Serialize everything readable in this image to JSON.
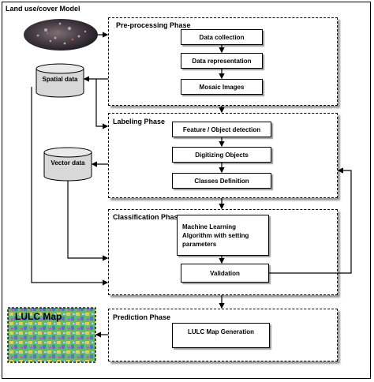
{
  "title": "Land use/cover Model",
  "phases": {
    "preprocessing": "Pre-processing Phase",
    "labeling": "Labeling Phase",
    "classification": "Classification Phase",
    "prediction": "Prediction Phase"
  },
  "steps": {
    "data_collection": "Data collection",
    "data_representation": "Data representation",
    "mosaic_images": "Mosaic Images",
    "feature_detection": "Feature / Object detection",
    "digitizing_objects": "Digitizing Objects",
    "classes_definition": "Classes Definition",
    "ml_algorithm": "Machine Learning Algorithm with setting parameters",
    "validation": "Validation",
    "lulc_generation": "LULC Map Generation"
  },
  "stores": {
    "spatial_data": "Spatial data",
    "vector_data": "Vector data"
  },
  "map_label": "LULC Map"
}
